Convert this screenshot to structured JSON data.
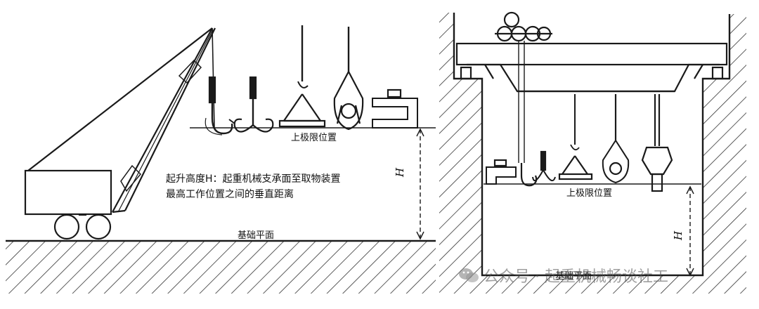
{
  "left_panel": {
    "upper_limit_label": "上极限位置",
    "definition_line1": "起升高度H：起重机械支承面至取物装置",
    "definition_line2": "最高工作位置之间的垂直距离",
    "height_symbol": "H",
    "ground_label": "基础平面"
  },
  "right_panel": {
    "upper_limit_label": "上极限位置",
    "height_symbol": "H",
    "ground_label": "基础平面"
  },
  "watermark": {
    "icon": "wechat-icon",
    "text": "公众号 · 起重机械畅谈社工"
  },
  "colors": {
    "ink": "#1a1a1a",
    "watermark": "#8a8a8a"
  }
}
